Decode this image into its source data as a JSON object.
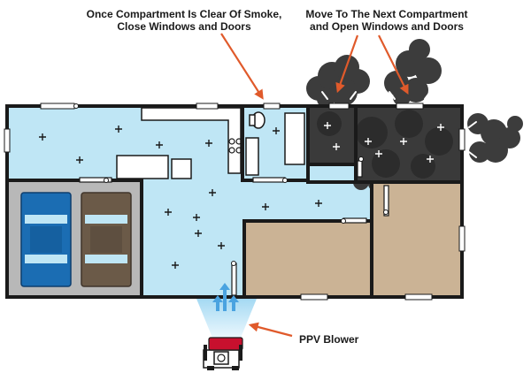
{
  "annotations": {
    "close_line1": "Once Compartment Is Clear Of Smoke,",
    "close_line2": "Close Windows and Doors",
    "move_line1": "Move To The Next Compartment",
    "move_line2": "and Open Windows and Doors",
    "blower": "PPV Blower"
  },
  "colors": {
    "clear_room": "#bfe6f5",
    "smoke_room": "#3a3a3a",
    "bedroom": "#cbb395",
    "garage": "#b8b8b8",
    "car_blue": "#1b6db3",
    "car_brown": "#6b5a48",
    "wall": "#1a1a1a",
    "arrow": "#e05a2b",
    "airflow": "#4aa3e0",
    "blower": "#c8102e"
  }
}
